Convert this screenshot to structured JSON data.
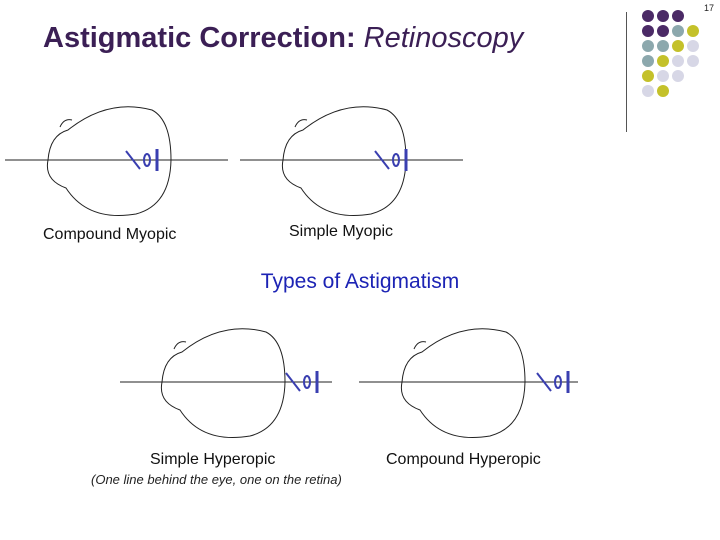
{
  "slide_number": "17",
  "title": {
    "main": "Astigmatic Correction:",
    "sub": "Retinoscopy"
  },
  "heading": "Types of Astigmatism",
  "diagrams": [
    {
      "label": "Compound Myopic"
    },
    {
      "label": "Simple Myopic"
    },
    {
      "label": "Simple Hyperopic"
    },
    {
      "label": "Compound Hyperopic"
    }
  ],
  "note": "(One line behind the eye, one on the retina)",
  "colors": {
    "title": "#3b1f55",
    "heading": "#1c23b4",
    "marker": "#3a3fb0",
    "dot_purple": "#4b2a66",
    "dot_teal": "#8ca8ad",
    "dot_olive": "#c4c12a",
    "dot_lavender": "#d7d7e6"
  }
}
